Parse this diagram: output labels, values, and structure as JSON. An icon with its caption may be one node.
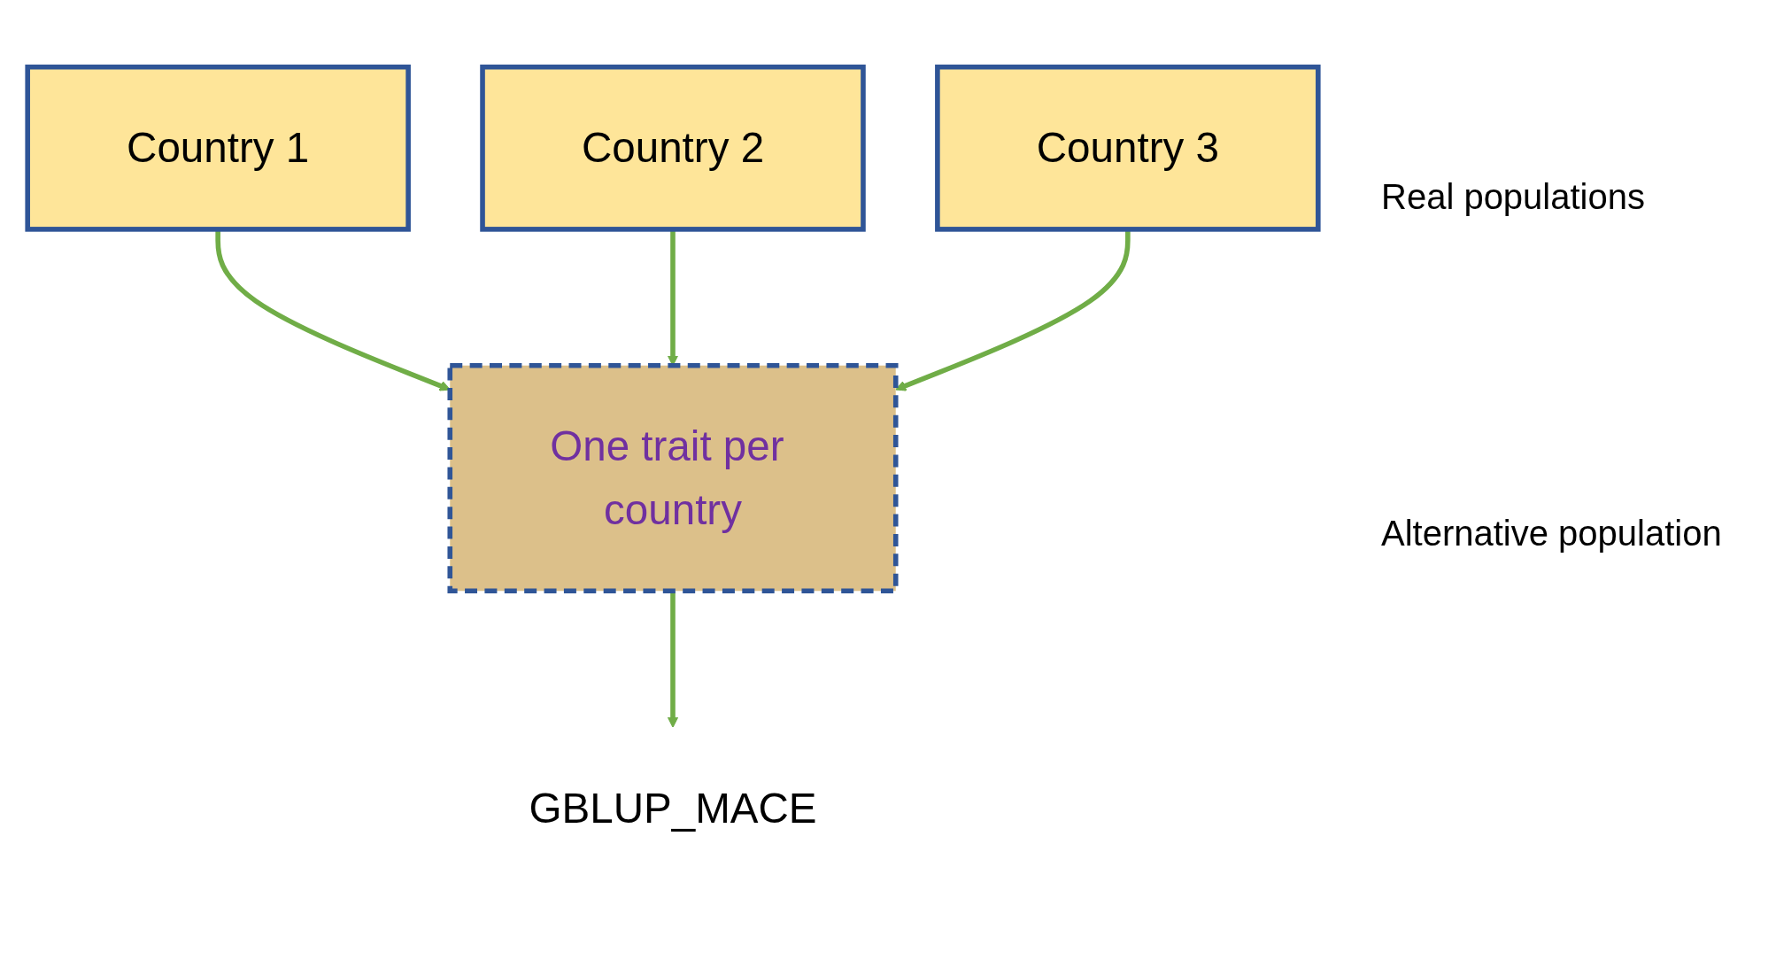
{
  "diagram": {
    "nodes": [
      {
        "text": [
          "Country 1"
        ]
      },
      {
        "text": [
          "Country 2"
        ]
      },
      {
        "text": [
          "Country 3"
        ]
      },
      {
        "text": [
          "One trait per country"
        ]
      },
      {
        "text": [
          "GBLUP_MACE"
        ]
      }
    ],
    "edges": [
      {
        "from": 0,
        "to": 3,
        "arrow": "to"
      },
      {
        "from": 1,
        "to": 3,
        "arrow": "to"
      },
      {
        "from": 2,
        "to": 3,
        "arrow": "to"
      },
      {
        "from": 3,
        "to": 4,
        "arrow": "to"
      }
    ],
    "labels": [
      "Real populations",
      "Alternative population"
    ]
  }
}
